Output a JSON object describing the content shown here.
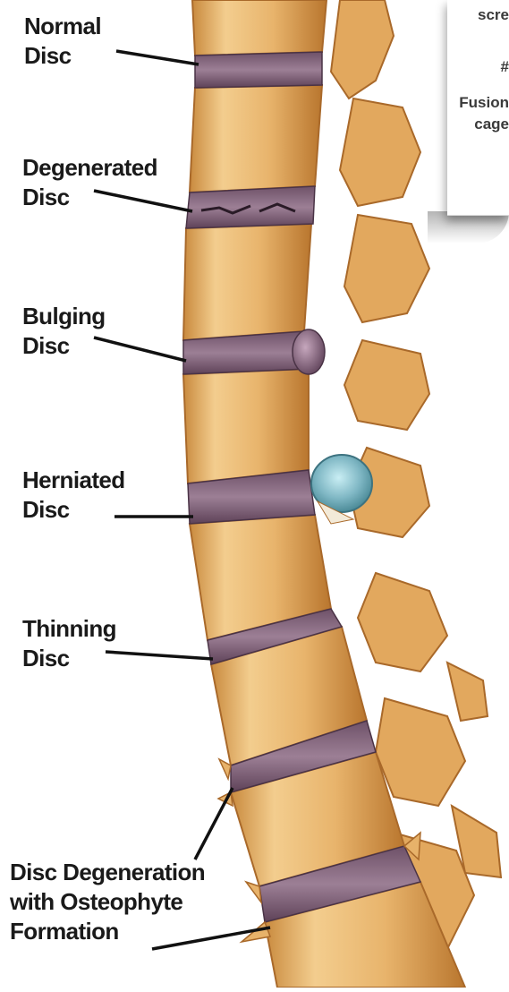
{
  "labels": [
    {
      "id": "normal",
      "lines": [
        "Normal",
        "Disc"
      ]
    },
    {
      "id": "degenerated",
      "lines": [
        "Degenerated",
        "Disc"
      ]
    },
    {
      "id": "bulging",
      "lines": [
        "Bulging",
        "Disc"
      ]
    },
    {
      "id": "herniated",
      "lines": [
        "Herniated",
        "Disc"
      ]
    },
    {
      "id": "thinning",
      "lines": [
        "Thinning",
        "Disc"
      ]
    },
    {
      "id": "osteophyte",
      "lines": [
        "Disc Degeneration",
        "with Osteophyte",
        "Formation"
      ]
    }
  ],
  "inset": {
    "lines": [
      "scre",
      "#",
      "Fusion",
      "cage"
    ]
  },
  "colors": {
    "bone": "#e8b46c",
    "bone_dark": "#b9762e",
    "bone_light": "#f6d7a2",
    "disc": "#8a6a80",
    "disc_dark": "#5e4258",
    "herniation": "#7fb7c4",
    "leader": "#111111"
  }
}
